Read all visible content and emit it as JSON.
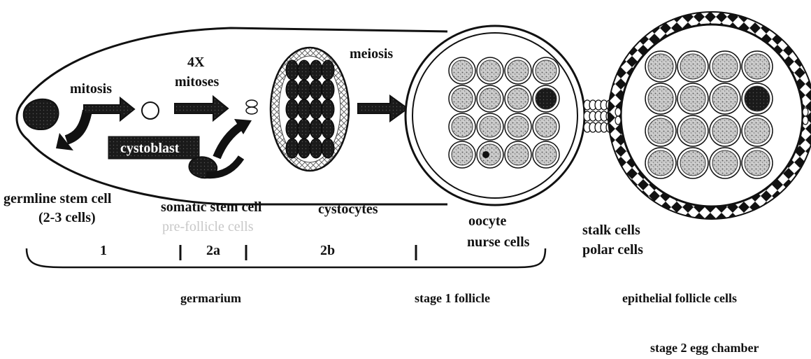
{
  "labels": {
    "mitosis": "mitosis",
    "four_x": "4X",
    "mitoses": "mitoses",
    "meiosis": "meiosis",
    "cystoblast": "cystoblast",
    "germline_stem_cell": "germline stem cell",
    "gsc_count": "(2-3 cells)",
    "somatic_stem_cell": "somatic stem cell",
    "pre_follicle_cells": "pre-follicle cells",
    "cystocytes": "cystocytes",
    "oocyte": "oocyte",
    "nurse_cells": "nurse cells",
    "stalk_cells": "stalk cells",
    "polar_cells": "polar cells",
    "germarium": "germarium",
    "stage1_follicle": "stage 1 follicle",
    "epithelial_follicle_cells": "epithelial follicle cells",
    "stage2_egg_chamber": "stage 2 egg chamber"
  },
  "regions": [
    "1",
    "2a",
    "2b"
  ],
  "colors": {
    "ink": "#111111",
    "nurse_fill": "#bdbdbd",
    "ghost_text": "#c8c8c8"
  }
}
